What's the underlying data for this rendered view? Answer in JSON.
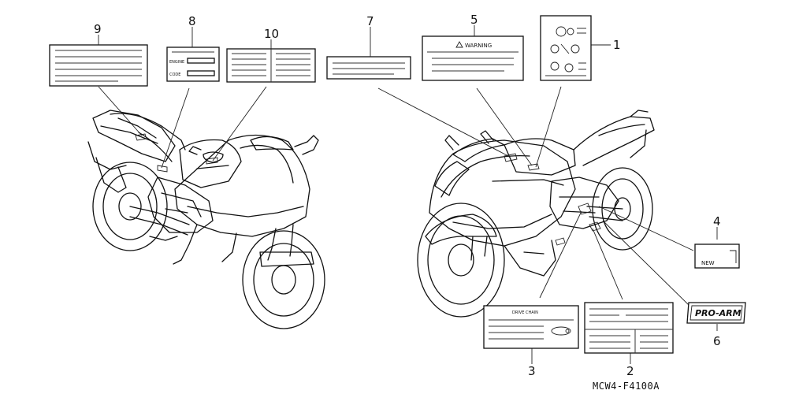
{
  "callouts": [
    {
      "num": "1"
    },
    {
      "num": "2"
    },
    {
      "num": "3"
    },
    {
      "num": "4"
    },
    {
      "num": "5"
    },
    {
      "num": "6"
    },
    {
      "num": "7"
    },
    {
      "num": "8"
    },
    {
      "num": "9"
    },
    {
      "num": "10"
    }
  ],
  "label_text": {
    "warning": "WARNING",
    "engine": "ENGINE",
    "code": "CODE",
    "drive_chain": "DRIVE CHAIN",
    "new": "NEW",
    "logo": "PRO-ARM"
  },
  "diagram_code": "MCW4-F4100A"
}
